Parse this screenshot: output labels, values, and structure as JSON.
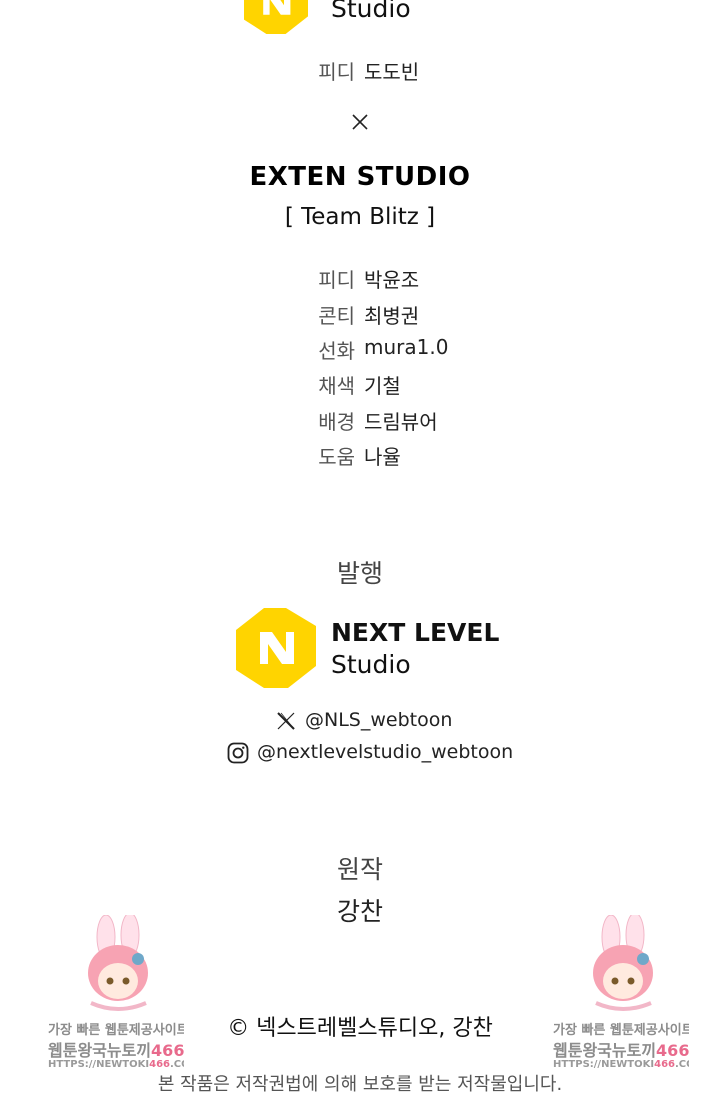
{
  "top_logo": {
    "name_line2": "Studio"
  },
  "pd_top": {
    "role": "피디",
    "name": "도도빈"
  },
  "collab_icon": "cross-icon",
  "studio": {
    "title": "EXTEN STUDIO",
    "team": "[ Team Blitz ]"
  },
  "credits": [
    {
      "role": "피디",
      "name": "박윤조"
    },
    {
      "role": "콘티",
      "name": "최병권"
    },
    {
      "role": "선화",
      "name": "mura1.0"
    },
    {
      "role": "채색",
      "name": "기철"
    },
    {
      "role": "배경",
      "name": "드림뷰어"
    },
    {
      "role": "도움",
      "name": "나율"
    }
  ],
  "publisher": {
    "heading": "발행",
    "logo_line1": "NEXT LEVEL",
    "logo_line2": "Studio",
    "logo_color": "#FFD400",
    "x_icon": "x-logo-icon",
    "x_handle": "@NLS_webtoon",
    "instagram_icon": "instagram-icon",
    "instagram_handle": "@nextlevelstudio_webtoon"
  },
  "original": {
    "heading": "원작",
    "author": "강찬"
  },
  "copyright": "© 넥스트레벨스튜디오, 강찬",
  "notice": "본 작품은 저작권법에 의해 보호를 받는 저작물입니다.",
  "watermark": {
    "line1": "가장 빠른 웹툰제공사이트",
    "line2_prefix": "웹툰왕국뉴토끼",
    "line2_num": "466",
    "line3_prefix": "HTTPS://NEWTOKI",
    "line3_num": "466",
    "line3_suffix": ".COM"
  }
}
